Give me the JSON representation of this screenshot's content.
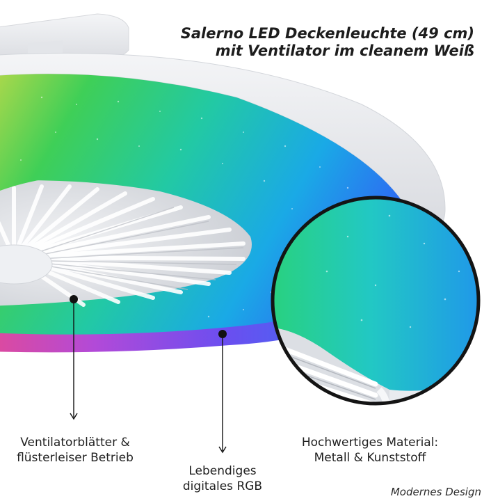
{
  "title": {
    "line1": "Salerno LED Deckenleuchte (49 cm)",
    "line2": "mit Ventilator im cleanem Weiß"
  },
  "captions": {
    "blades": {
      "line1": "Ventilatorblätter &",
      "line2": "flüsterleiser Betrieb"
    },
    "rgb": {
      "line1": "Lebendiges",
      "line2": "digitales RGB"
    },
    "material": {
      "line1": "Hochwertiges Material:",
      "line2": "Metall & Kunststoff"
    }
  },
  "footer": "Modernes Design",
  "colors": {
    "background": "#ffffff",
    "text": "#1f1f1f",
    "housing": "#e9eaee",
    "led_green": "#2fd46a",
    "led_blue": "#2f8cf0",
    "led_magenta": "#d23cc8",
    "zoom_ring": "#141414"
  }
}
